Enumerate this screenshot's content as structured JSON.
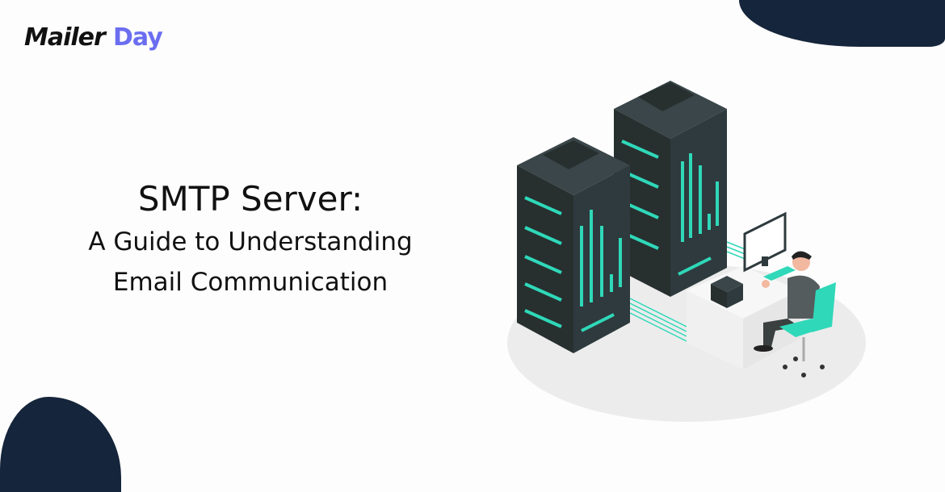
{
  "brand": {
    "logo_text_part1": "Mailer",
    "logo_text_part2": "Day",
    "colors": {
      "logo_dark": "#111111",
      "logo_accent": "#6b6ef0",
      "navy": "#15253b",
      "teal": "#2fd8b9",
      "server": "#2e3a3d"
    }
  },
  "hero": {
    "title": "SMTP Server:",
    "subtitle_line1": "A Guide to Understanding",
    "subtitle_line2": "Email Communication"
  },
  "illustration": {
    "subject": "server-racks-with-person-at-desk"
  }
}
